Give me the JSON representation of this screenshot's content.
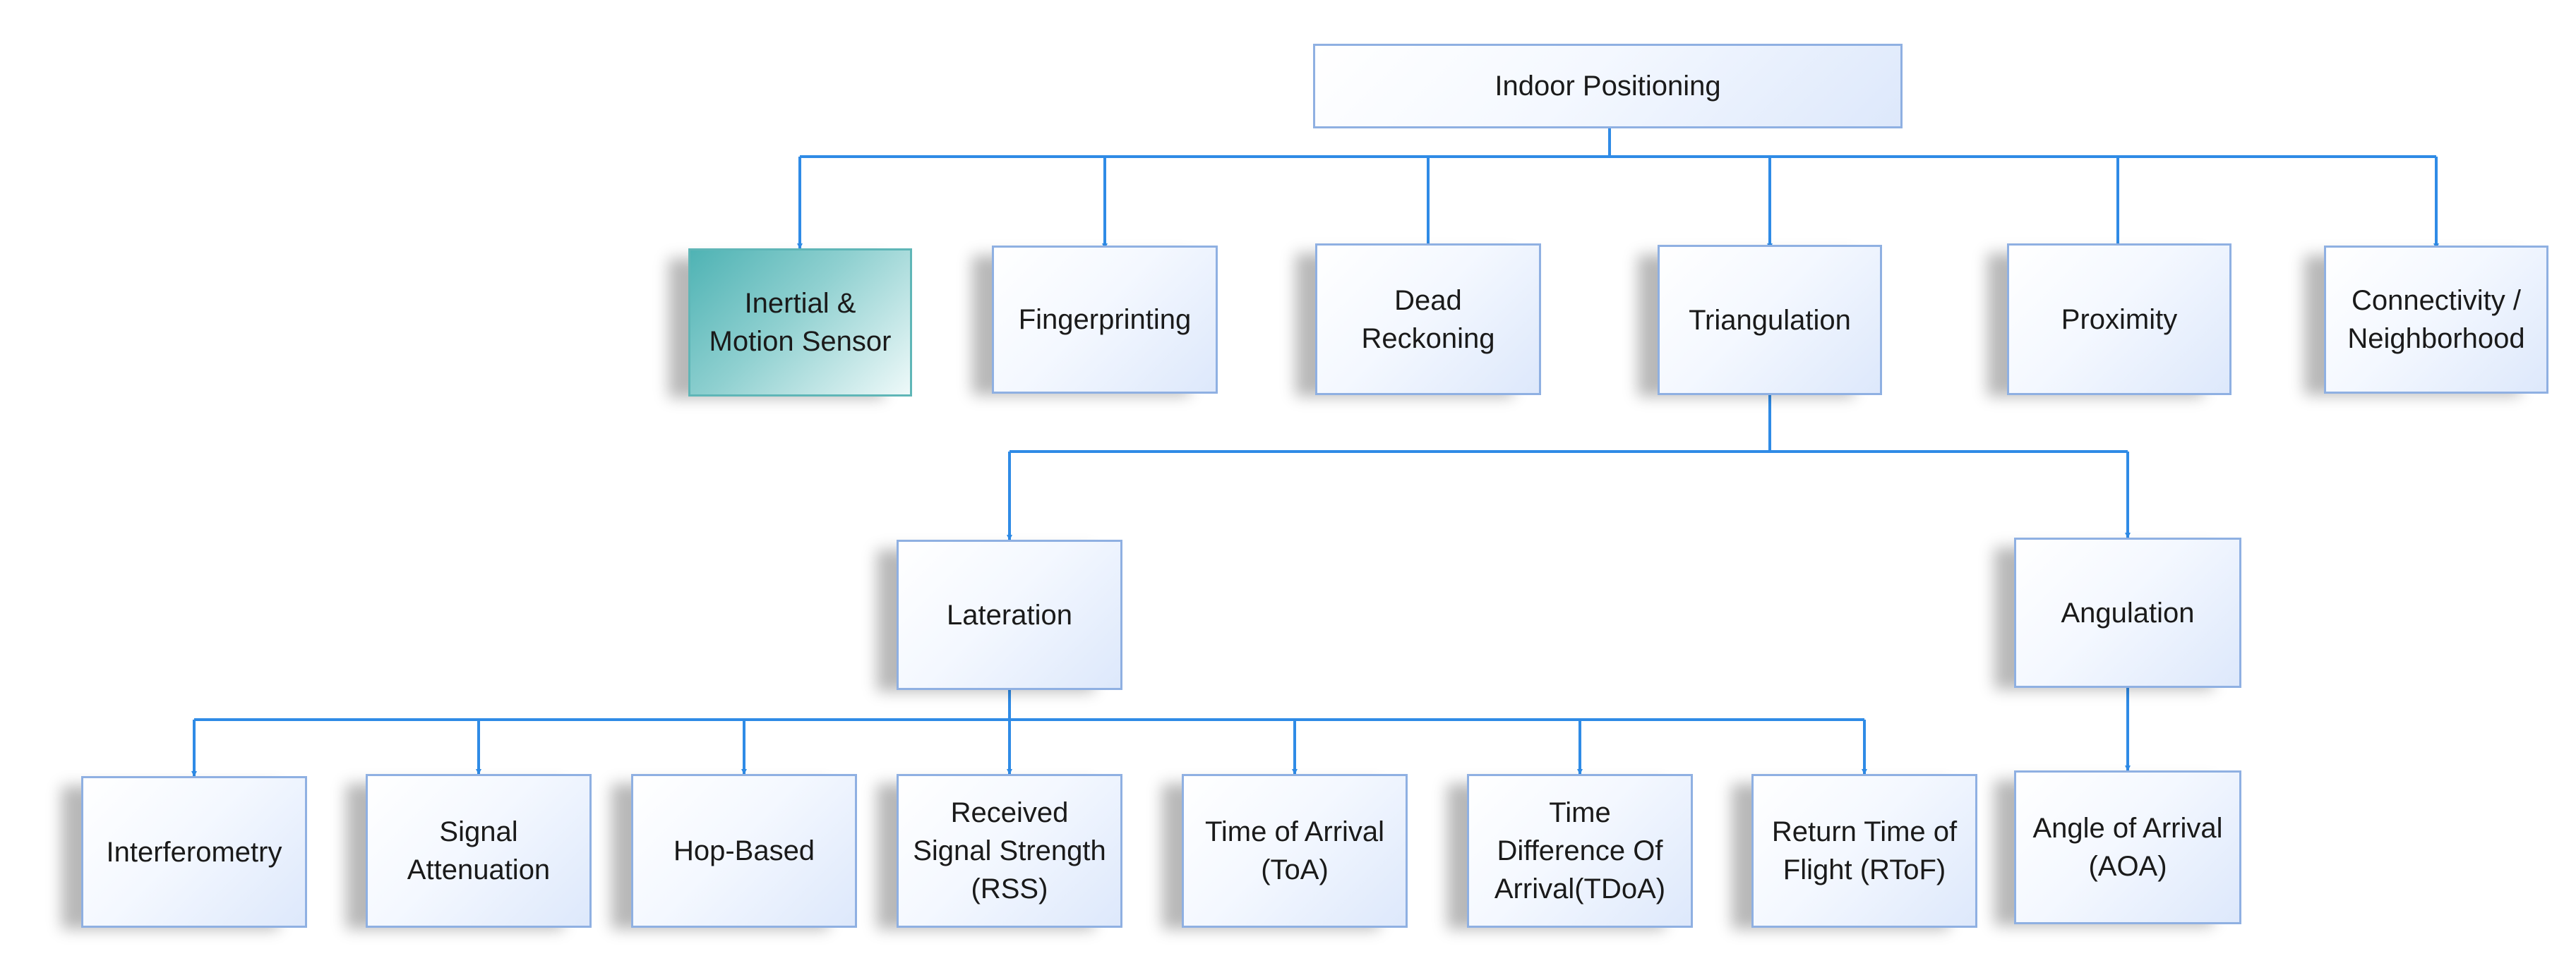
{
  "diagram": {
    "root": {
      "label": "Indoor Positioning"
    },
    "level1": [
      {
        "label": "Inertial &\nMotion Sensor",
        "highlight": "#4fb3b4"
      },
      {
        "label": "Fingerprinting"
      },
      {
        "label": "Dead\nReckoning"
      },
      {
        "label": "Triangulation"
      },
      {
        "label": "Proximity"
      },
      {
        "label": "Connectivity /\nNeighborhood"
      }
    ],
    "level2": [
      {
        "label": "Lateration"
      },
      {
        "label": "Angulation"
      }
    ],
    "lateration_children": [
      {
        "label": "Interferometry"
      },
      {
        "label": "Signal\nAttenuation"
      },
      {
        "label": "Hop-Based"
      },
      {
        "label": "Received\nSignal Strength\n(RSS)"
      },
      {
        "label": "Time of Arrival\n(ToA)"
      },
      {
        "label": "Time\nDifference Of\nArrival(TDoA)"
      },
      {
        "label": "Return Time of\nFlight (RToF)"
      }
    ],
    "angulation_children": [
      {
        "label": "Angle of Arrival\n(AOA)"
      }
    ]
  },
  "colors": {
    "connector": "#2f8be6",
    "box_border": "#8fb0e2",
    "highlight_box": "#4fb3b4"
  }
}
